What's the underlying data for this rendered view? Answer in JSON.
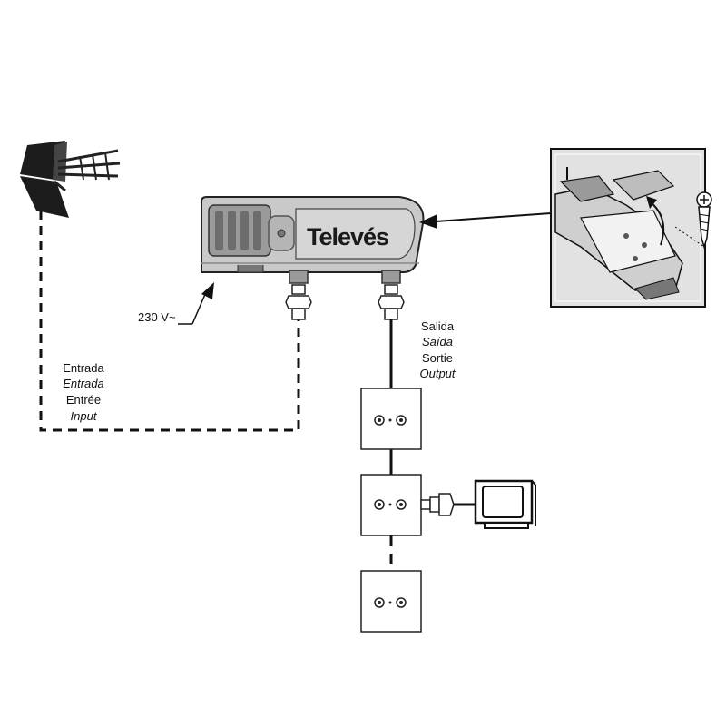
{
  "brand": "Televés",
  "power_label": "230 V~",
  "input_labels": [
    "Entrada",
    "Entrada",
    "Entrée",
    "Input"
  ],
  "output_labels": [
    "Salida",
    "Saída",
    "Sortie",
    "Output"
  ],
  "colors": {
    "line": "#111111",
    "amplifier_body": "#c9c9c9",
    "amplifier_dark": "#8a8a8a",
    "inset_bg": "#e2e2e2"
  },
  "icons": [
    "uhf-antenna-icon",
    "amplifier-icon",
    "tv-set-icon",
    "wall-socket-icon",
    "screw-icon",
    "f-connector-icon"
  ]
}
